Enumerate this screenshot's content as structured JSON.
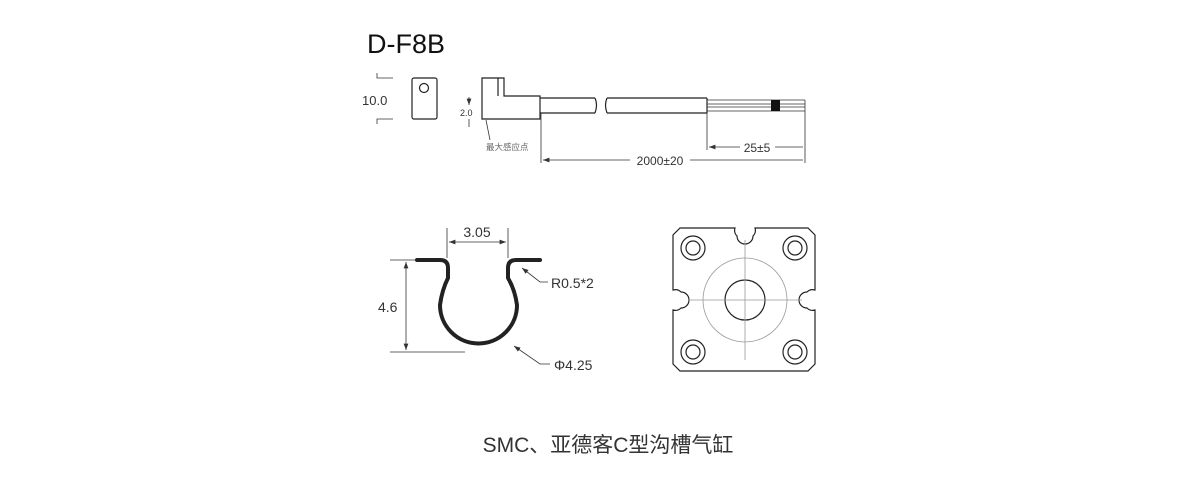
{
  "title": "D-F8B",
  "sensor": {
    "height_dim": "10.0",
    "sensing_offset_dim": "2.0",
    "sensing_point_label": "最大感应点",
    "cable_length_dim": "2000±20",
    "wire_strip_dim": "25±5"
  },
  "slot_profile": {
    "opening_dim": "3.05",
    "depth_dim": "4.6",
    "radius_label": "R0.5*2",
    "diameter_label": "Φ4.25"
  },
  "caption": "SMC、亚德客C型沟槽气缸"
}
